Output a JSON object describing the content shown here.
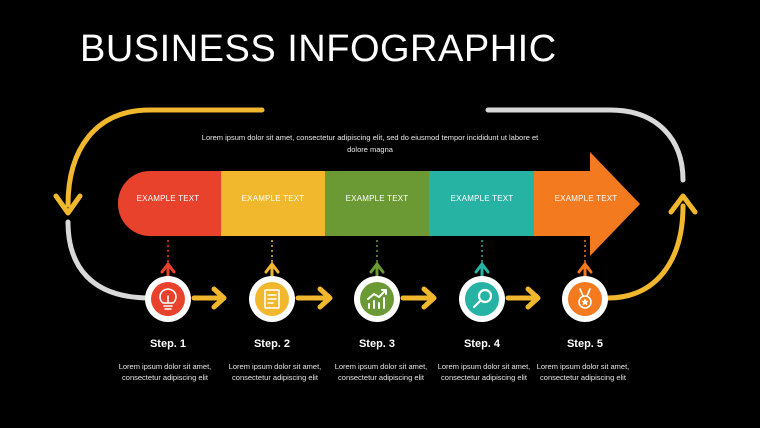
{
  "title": "BUSINESS INFOGRAPHIC",
  "intro": "Lorem ipsum dolor sit amet, consectetur adipiscing elit, sed do eiusmod tempor incididunt ut labore et dolore magna",
  "colors": {
    "background": "#000000",
    "loop_yellow": "#f1b82d",
    "loop_grey": "#d9d9d9",
    "red": "#e8412c",
    "yellow": "#f1b82d",
    "green": "#6b9a35",
    "teal": "#27b3a3",
    "orange": "#f37a1f"
  },
  "segments": [
    {
      "label": "EXAMPLE TEXT",
      "color": "#e8412c"
    },
    {
      "label": "EXAMPLE TEXT",
      "color": "#f1b82d"
    },
    {
      "label": "EXAMPLE TEXT",
      "color": "#6b9a35"
    },
    {
      "label": "EXAMPLE TEXT",
      "color": "#27b3a3"
    },
    {
      "label": "EXAMPLE TEXT",
      "color": "#f37a1f"
    }
  ],
  "steps": [
    {
      "title": "Step. 1",
      "desc": "Lorem ipsum dolor sit amet, consectetur adipiscing elit",
      "icon": "lightbulb-icon",
      "color": "#e8412c"
    },
    {
      "title": "Step. 2",
      "desc": "Lorem ipsum dolor sit amet, consectetur adipiscing elit",
      "icon": "document-icon",
      "color": "#f1b82d"
    },
    {
      "title": "Step. 3",
      "desc": "Lorem ipsum dolor sit amet, consectetur adipiscing elit",
      "icon": "growth-chart-icon",
      "color": "#6b9a35"
    },
    {
      "title": "Step. 4",
      "desc": "Lorem ipsum dolor sit amet, consectetur adipiscing elit",
      "icon": "magnifier-icon",
      "color": "#27b3a3"
    },
    {
      "title": "Step. 5",
      "desc": "Lorem ipsum dolor sit amet, consectetur adipiscing elit",
      "icon": "medal-icon",
      "color": "#f37a1f"
    }
  ]
}
